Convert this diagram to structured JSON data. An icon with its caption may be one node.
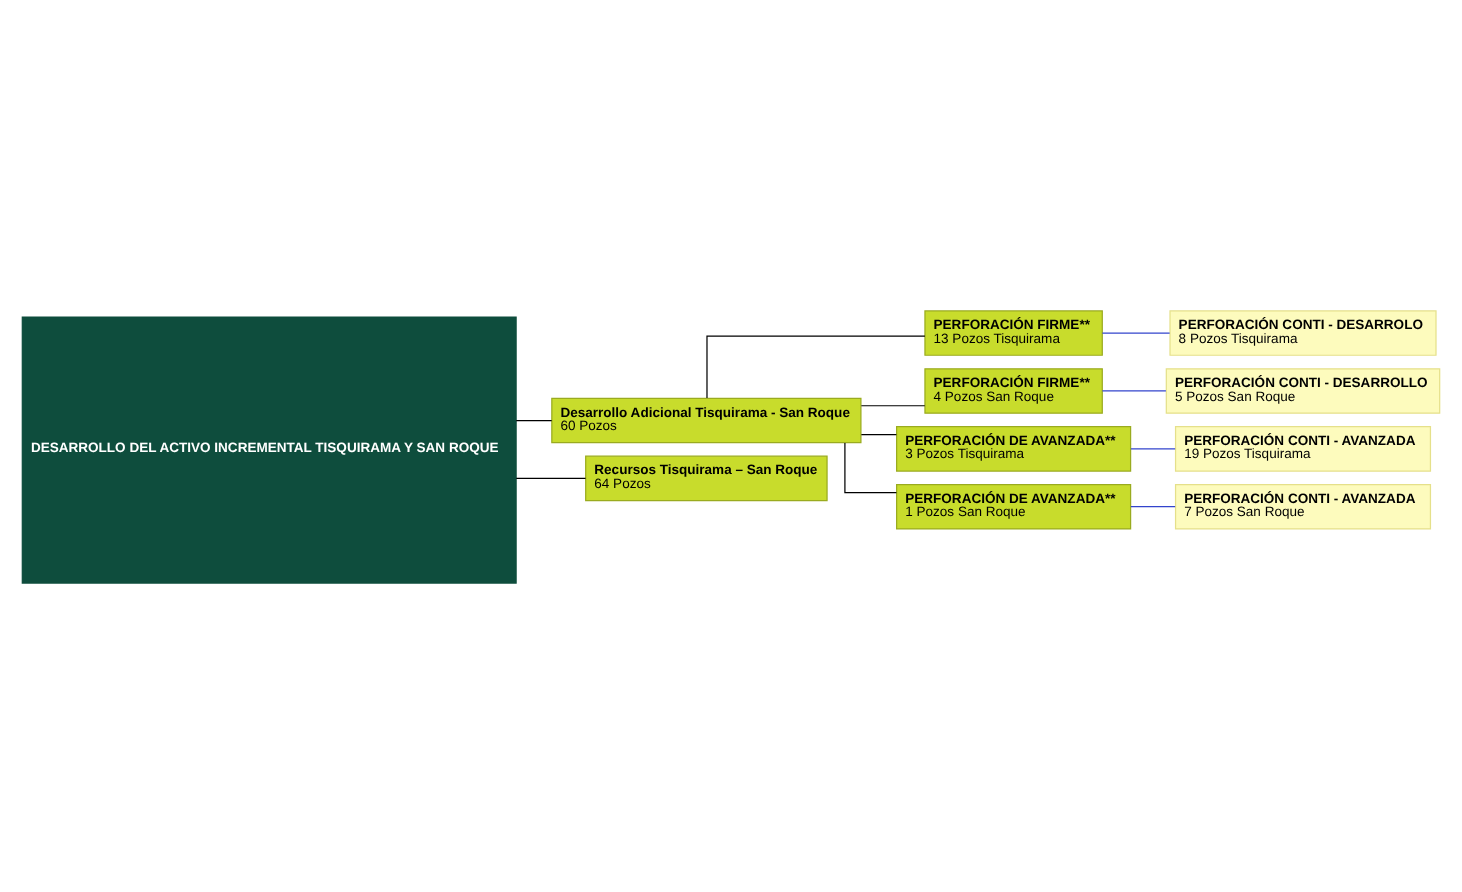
{
  "diagram": {
    "nodes": [
      {
        "text": [
          "DESARROLLO DEL ACTIVO INCREMENTAL TISQUIRAMA Y SAN ROQUE"
        ]
      },
      {
        "text": [
          "Desarrollo Adicional Tisquirama - San Roque",
          "60 Pozos"
        ]
      },
      {
        "text": [
          "PERFORACIÓN FIRME**",
          "13 Pozos Tisquirama"
        ]
      },
      {
        "text": [
          "PERFORACIÓN CONTI - DESARROLO",
          "8 Pozos Tisquirama"
        ]
      },
      {
        "text": [
          "PERFORACIÓN FIRME**",
          "4 Pozos San Roque"
        ]
      },
      {
        "text": [
          "PERFORACIÓN CONTI - DESARROLLO",
          "5 Pozos San Roque"
        ]
      },
      {
        "text": [
          "PERFORACIÓN DE AVANZADA**",
          "3 Pozos Tisquirama"
        ]
      },
      {
        "text": [
          "PERFORACIÓN CONTI - AVANZADA",
          "19 Pozos Tisquirama"
        ]
      },
      {
        "text": [
          "PERFORACIÓN DE AVANZADA**",
          "1 Pozos San Roque"
        ]
      },
      {
        "text": [
          "PERFORACIÓN CONTI - AVANZADA",
          "7 Pozos San Roque"
        ]
      },
      {
        "text": [
          "Recursos Tisquirama – San Roque",
          "64 Pozos"
        ]
      }
    ],
    "edges": [
      {
        "from": 0,
        "to": 1,
        "arrow": "none"
      },
      {
        "from": 0,
        "to": 10,
        "arrow": "none"
      },
      {
        "from": 1,
        "to": 2,
        "arrow": "none"
      },
      {
        "from": 1,
        "to": 4,
        "arrow": "none"
      },
      {
        "from": 1,
        "to": 6,
        "arrow": "none"
      },
      {
        "from": 1,
        "to": 8,
        "arrow": "none"
      },
      {
        "from": 2,
        "to": 3,
        "arrow": "none",
        "color": "#3344cc"
      },
      {
        "from": 4,
        "to": 5,
        "arrow": "none",
        "color": "#3344cc"
      },
      {
        "from": 6,
        "to": 7,
        "arrow": "none",
        "color": "#3344cc"
      },
      {
        "from": 8,
        "to": 9,
        "arrow": "none",
        "color": "#3344cc"
      }
    ]
  }
}
